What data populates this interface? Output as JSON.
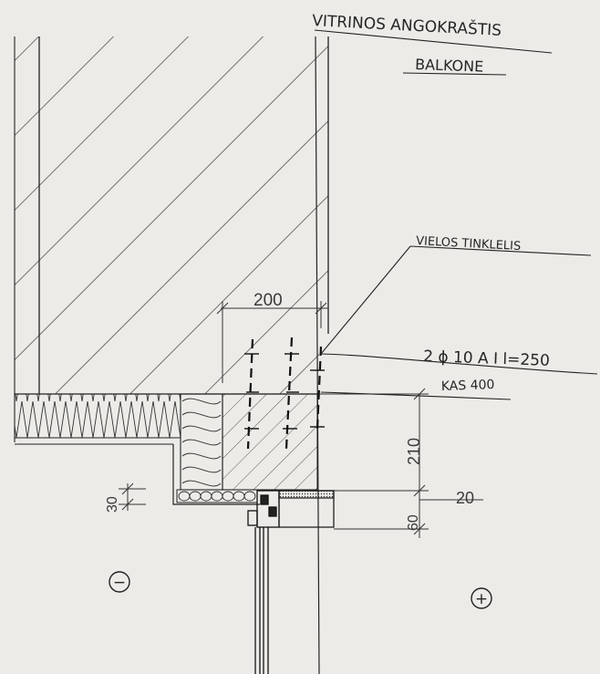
{
  "title": {
    "line1": "VITRINOS ANGOKRAŠTIS",
    "line2": "BALKONE"
  },
  "labels": {
    "mesh": "VIELOS TINKLELIS",
    "rebar": "2 ɸ 10 A I  l=250",
    "spacing": "KAS 400"
  },
  "dimensions": {
    "width_top": "200",
    "height_main": "210",
    "offset_right": "20",
    "height_bottom": "60",
    "left_small": "30"
  },
  "symbols": {
    "minus": "−",
    "plus": "+"
  },
  "colors": {
    "paper": "#ecebe7",
    "ink": "#262626"
  }
}
